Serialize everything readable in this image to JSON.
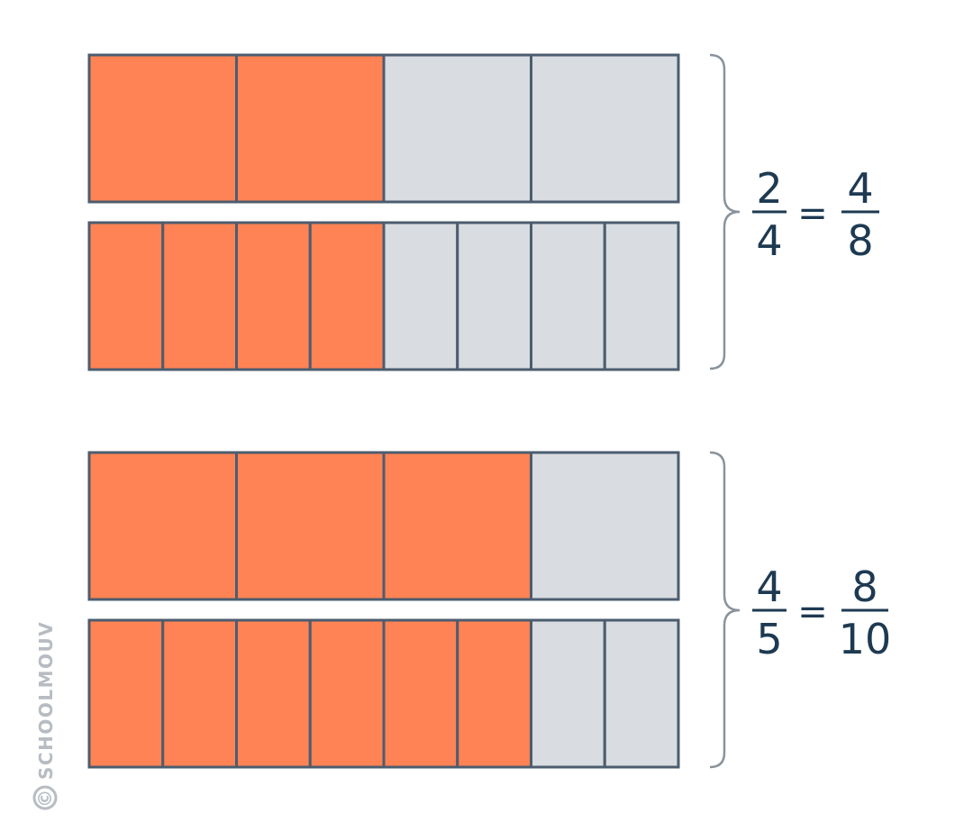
{
  "colors": {
    "filled": "#ff8354",
    "empty": "#d9dce0",
    "border": "#4c5d6f",
    "bracket": "#8a939c",
    "text": "#1e3a52",
    "watermark": "#b7bcc2"
  },
  "icons": {
    "bracket": "right-brace-icon",
    "watermark_symbol": "copyright-icon"
  },
  "groups": [
    {
      "bars": [
        {
          "parts": 4,
          "filled": 2
        },
        {
          "parts": 8,
          "filled": 4
        }
      ],
      "left": {
        "num": "2",
        "den": "4"
      },
      "equals": "=",
      "right": {
        "num": "4",
        "den": "8"
      }
    },
    {
      "bars": [
        {
          "parts": 4,
          "filled": 3
        },
        {
          "parts": 8,
          "filled": 6
        }
      ],
      "left": {
        "num": "4",
        "den": "5"
      },
      "equals": "=",
      "right": {
        "num": "8",
        "den": "10"
      }
    }
  ],
  "watermark": {
    "symbol": "©",
    "text": "SCHOOLMOUV"
  }
}
